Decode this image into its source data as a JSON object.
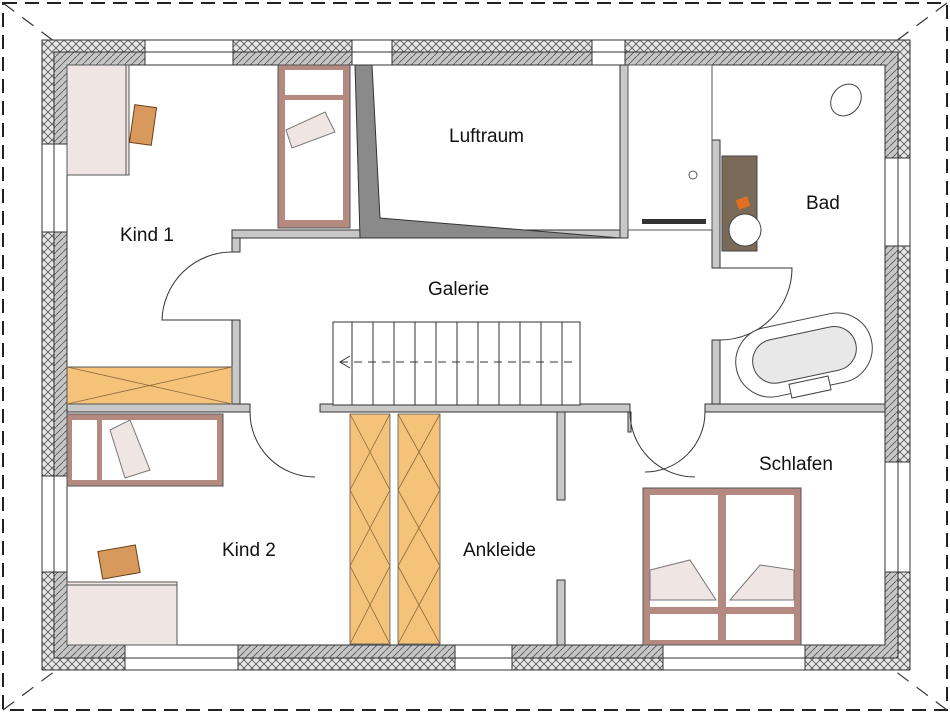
{
  "plan": {
    "rooms": {
      "kind1": "Kind 1",
      "luftraum": "Luftraum",
      "bad": "Bad",
      "galerie": "Galerie",
      "schlafen": "Schlafen",
      "kind2": "Kind 2",
      "ankleide": "Ankleide"
    }
  },
  "colors": {
    "wall": "#c8c8c8",
    "desk": "#efe6e3",
    "bed_frame": "#b48a80",
    "wardrobe": "#f5c27a",
    "chair": "#d79a5c",
    "vanity": "#7a6a58"
  }
}
